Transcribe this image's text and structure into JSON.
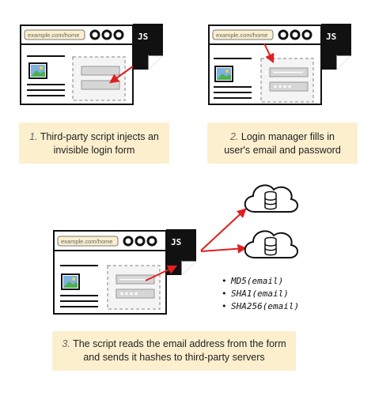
{
  "panels": [
    {
      "url": "example.com/home",
      "js_label": "JS",
      "form_numbers": [
        "1",
        "2"
      ],
      "caption_step": "1.",
      "caption_text": "Third-party script injects an invisible login form"
    },
    {
      "url": "example.com/home",
      "js_label": "JS",
      "form_numbers": [
        "1",
        "2"
      ],
      "caption_step": "2.",
      "caption_text": "Login manager fills in user's email and password"
    },
    {
      "url": "example.com/home",
      "js_label": "JS",
      "form_numbers": [
        "1",
        "2"
      ],
      "caption_step": "3.",
      "caption_text": "The script reads the email address from the form and sends it hashes to third-party servers"
    }
  ],
  "hash_list": [
    "MD5(email)",
    "SHA1(email)",
    "SHA256(email)"
  ],
  "colors": {
    "arrow": "#e02020",
    "caption_bg": "#fcefce",
    "js_doc": "#111111",
    "form_border": "#aaaaaa"
  },
  "icons": [
    "image-icon",
    "database-cloud-icon",
    "js-file-icon",
    "window-dot-icon"
  ]
}
